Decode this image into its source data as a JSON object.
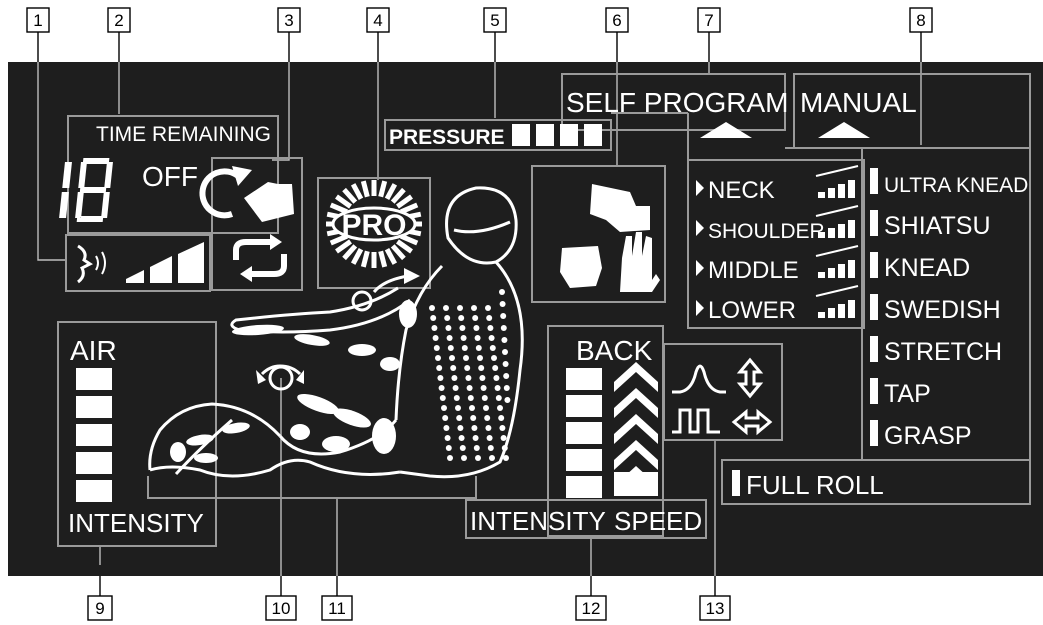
{
  "callouts": [
    "1",
    "2",
    "3",
    "4",
    "5",
    "6",
    "7",
    "8",
    "9",
    "10",
    "11",
    "12",
    "13"
  ],
  "time": {
    "label": "TIME REMAINING",
    "digits": "18",
    "off_label": "OFF"
  },
  "pressure": {
    "label": "PRESSURE",
    "bars": 4
  },
  "pro_label": "PRO",
  "self_program": {
    "title": "SELF PROGRAM",
    "items": [
      "NECK",
      "SHOULDER",
      "MIDDLE",
      "LOWER"
    ]
  },
  "manual": {
    "title": "MANUAL",
    "items": [
      "ULTRA KNEAD",
      "SHIATSU",
      "KNEAD",
      "SWEDISH",
      "STRETCH",
      "TAP",
      "GRASP"
    ],
    "full_roll": "FULL ROLL"
  },
  "air": {
    "title": "AIR",
    "intensity_label": "INTENSITY",
    "levels": 5
  },
  "back": {
    "title": "BACK",
    "intensity_label": "INTENSITY",
    "speed_label": "SPEED",
    "levels": 5
  },
  "colors": {
    "panel": "#1e1e1e",
    "segment": "#ffffff",
    "frame": "#9a9a9a",
    "callout_border": "#000000"
  },
  "icons": [
    "voice-icon",
    "rotate-hand-icon",
    "repeat-icon",
    "hand-press-icon",
    "fist-icon",
    "open-hand-icon",
    "wave-icon",
    "pulse-icon",
    "up-down-arrow-icon",
    "left-right-arrow-icon",
    "seated-body-icon"
  ]
}
